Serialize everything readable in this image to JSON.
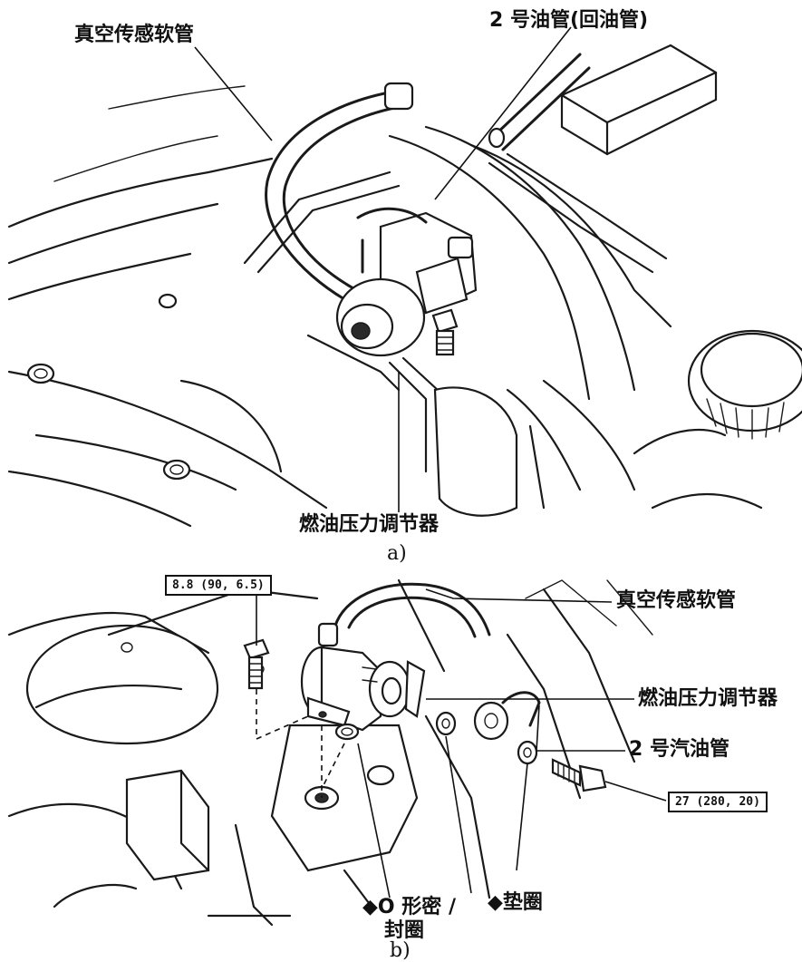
{
  "figure_a": {
    "caption": "a)",
    "labels": {
      "vacuum_hose": "真空传感软管",
      "return_pipe": "2 号油管(回油管)",
      "regulator": "燃油压力调节器"
    }
  },
  "figure_b": {
    "caption": "b)",
    "labels": {
      "vacuum_hose": "真空传感软管",
      "regulator": "燃油压力调节器",
      "fuel_pipe": "2 号汽油管",
      "o_ring_line1": "◆O 形密 /",
      "o_ring_line2": "封圈",
      "washer": "◆垫圈"
    },
    "torque": {
      "bolt_left": "8.8 (90, 6.5)",
      "bolt_right": "27 (280, 20)"
    }
  }
}
